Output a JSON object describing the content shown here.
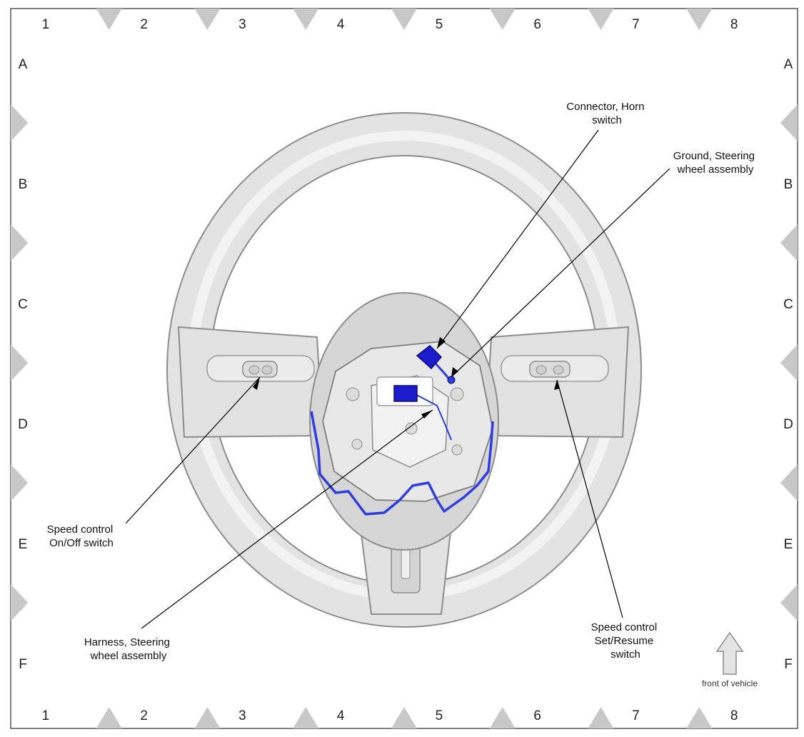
{
  "grid": {
    "columns": [
      "1",
      "2",
      "3",
      "4",
      "5",
      "6",
      "7",
      "8"
    ],
    "rows": [
      "A",
      "B",
      "C",
      "D",
      "E",
      "F"
    ]
  },
  "callouts": {
    "horn_connector": [
      "Connector, Horn",
      "switch"
    ],
    "ground": [
      "Ground, Steering",
      "wheel assembly"
    ],
    "speed_onoff": [
      "Speed control",
      "On/Off switch"
    ],
    "harness": [
      "Harness, Steering",
      "wheel assembly"
    ],
    "speed_setresume": [
      "Speed control",
      "Set/Resume",
      "switch"
    ]
  },
  "front_label": "front of vehicle",
  "colors": {
    "frame": "#555555",
    "grid_marker": "#c8c8c8",
    "wheel_fill": "#e3e3e3",
    "wheel_stroke": "#8c8c8c",
    "harness": "#2d3de0",
    "connector": "#1c1ccc"
  }
}
